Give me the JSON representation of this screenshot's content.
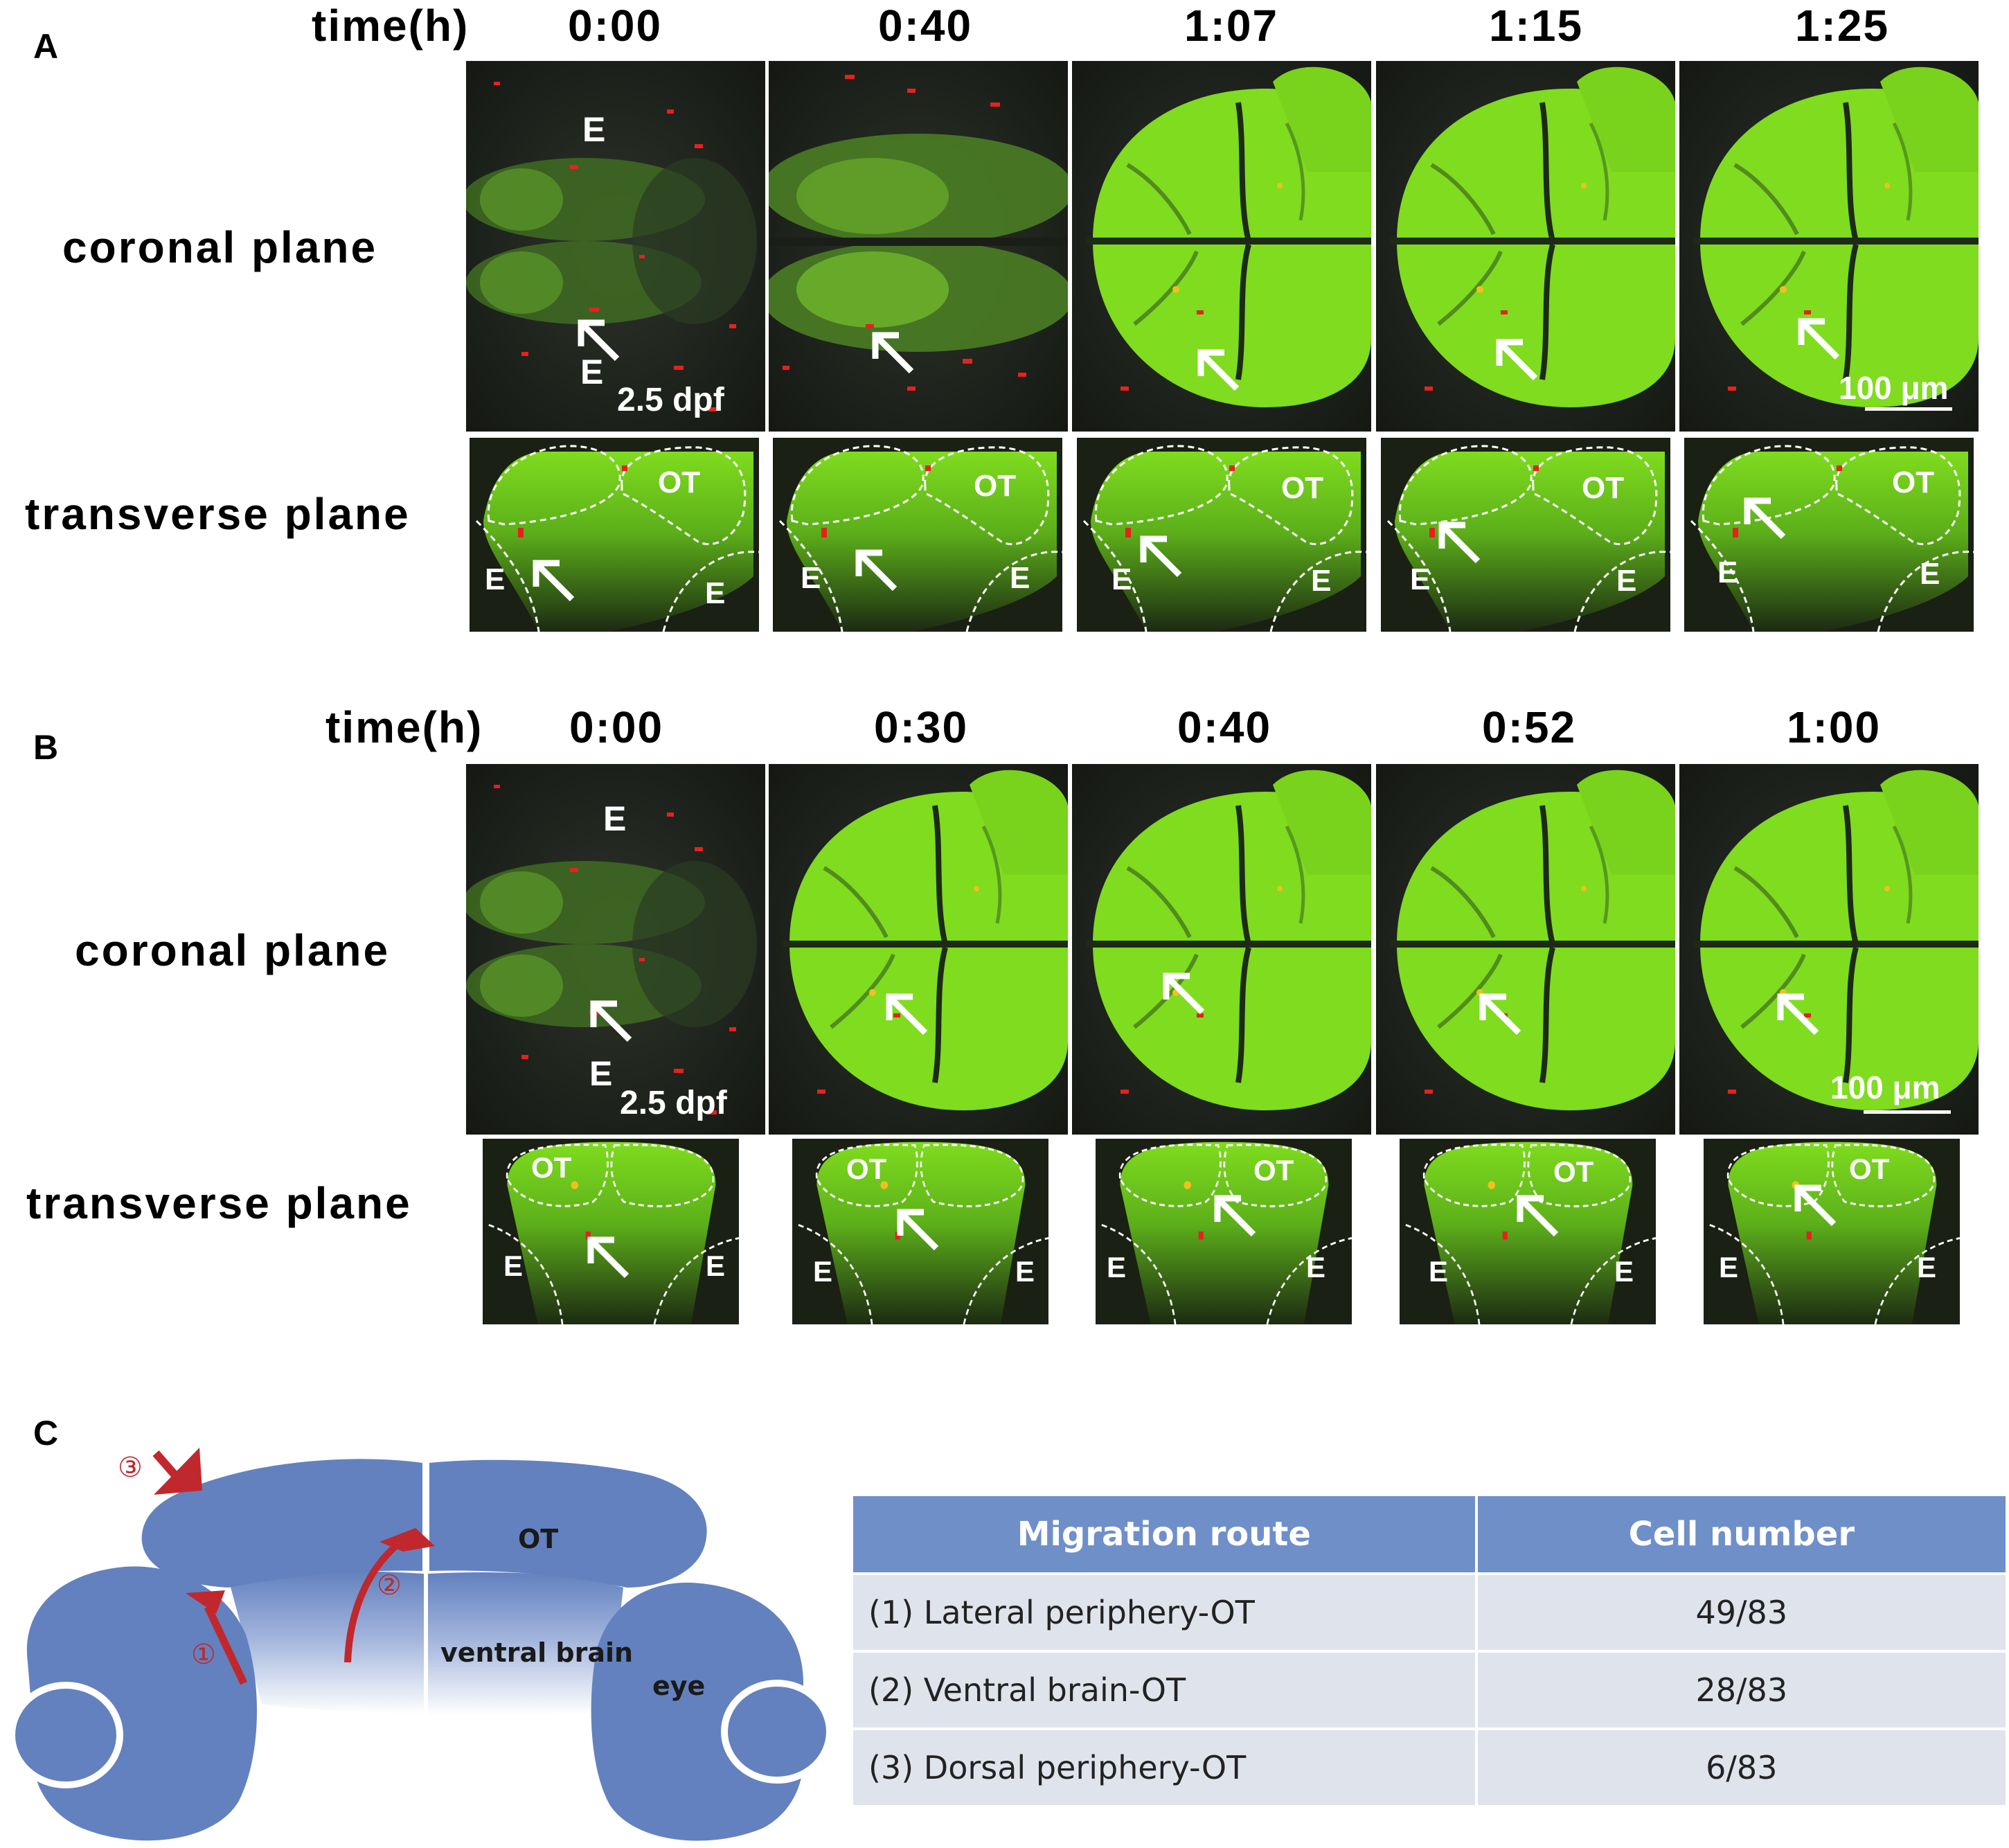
{
  "panel_a": {
    "letter": "A",
    "time_header": "time(h)",
    "times": [
      "0:00",
      "0:40",
      "1:07",
      "1:15",
      "1:25"
    ],
    "coronal_label": "coronal plane",
    "transverse_label": "transverse plane",
    "stage_label": "2.5 dpf",
    "scale_label": "100 μm",
    "eye_label": "E",
    "tectum_label": "OT"
  },
  "panel_b": {
    "letter": "B",
    "time_header": "time(h)",
    "times": [
      "0:00",
      "0:30",
      "0:40",
      "0:52",
      "1:00"
    ],
    "coronal_label": "coronal plane",
    "transverse_label": "transverse plane",
    "stage_label": "2.5 dpf",
    "scale_label": "100 μm",
    "eye_label": "E",
    "tectum_label": "OT"
  },
  "panel_c": {
    "letter": "C",
    "schematic": {
      "tectum_label": "OT",
      "ventral_label": "ventral brain",
      "eye_label": "eye",
      "route_markers": [
        "①",
        "②",
        "③"
      ]
    },
    "table": {
      "headers": [
        "Migration route",
        "Cell number"
      ],
      "rows": [
        {
          "route": "(1) Lateral periphery-OT",
          "count": "49/83"
        },
        {
          "route": "(2) Ventral brain-OT",
          "count": "28/83"
        },
        {
          "route": "(3) Dorsal periphery-OT",
          "count": "6/83"
        }
      ]
    }
  },
  "colors": {
    "schematic_blue": "#6381bf",
    "migration_red": "#c0282d",
    "table_header": "#6f8fc9",
    "table_row": "#dfe3ec",
    "fluorescence_green": "#7fdc1e",
    "microglia_red": "#e8201e"
  }
}
